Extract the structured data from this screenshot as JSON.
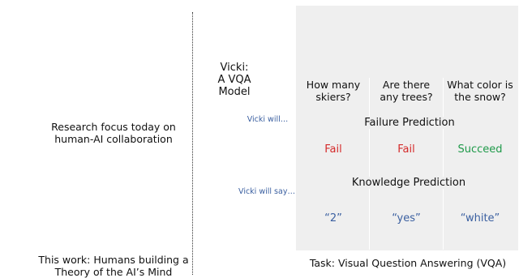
{
  "left": {
    "caption_top": [
      "Research focus today on",
      "human-AI collaboration"
    ],
    "caption_bottom": [
      "This work: Humans building a",
      "Theory of the AI’s Mind"
    ]
  },
  "middle": {
    "vicki_title": [
      "Vicki:",
      "A VQA Model"
    ],
    "bubble_1": "Vicki will…",
    "bubble_2": "Vicki will say…"
  },
  "right": {
    "questions": [
      "How many skiers?",
      "Are there any trees?",
      "What color is the snow?"
    ],
    "questions_lines": [
      [
        "How many",
        "skiers?"
      ],
      [
        "Are there",
        "any trees?"
      ],
      [
        "What color is",
        "the snow?"
      ]
    ],
    "failure_label": "Failure Prediction",
    "failure_predictions": [
      "Fail",
      "Fail",
      "Succeed"
    ],
    "knowledge_label": "Knowledge Prediction",
    "knowledge_predictions": [
      "“2”",
      "“yes”",
      "“white”"
    ],
    "task_caption": "Task: Visual Question Answering (VQA)"
  },
  "colors": {
    "fail": "#d42a2a",
    "succeed": "#1f9a4a",
    "answer": "#3a5fa0",
    "human": "#f5b98a",
    "shirt": "#f07416",
    "robot": "#4aa3dc",
    "robot_dark": "#2d6fa8",
    "antenna": "#e0443a"
  },
  "icons": [
    "robot-icon",
    "human-icon",
    "thought-bubble-icon",
    "speech-bubble-icon",
    "double-arrow-icon",
    "ski-photo"
  ]
}
